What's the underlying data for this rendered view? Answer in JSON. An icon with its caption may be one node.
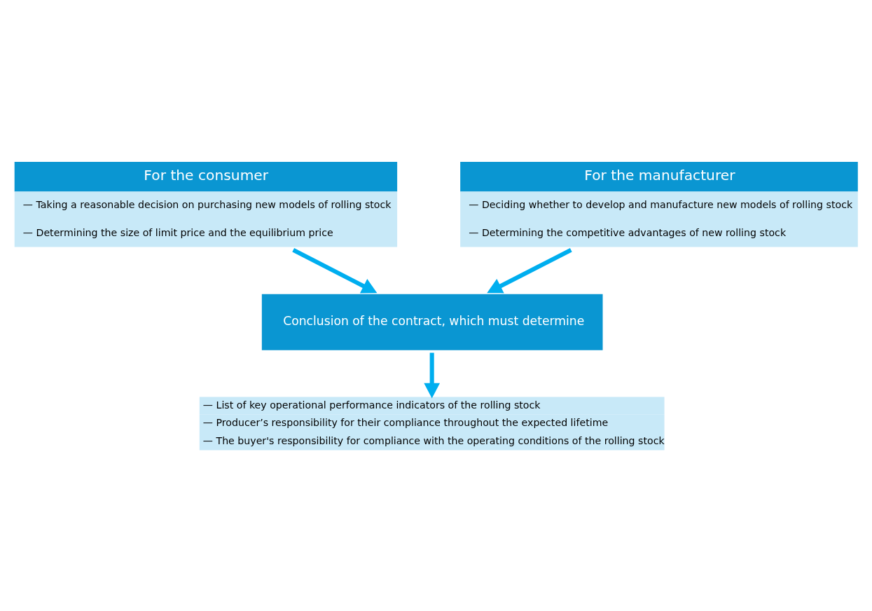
{
  "diagram": {
    "nodes": [
      {
        "text": [
          "For the consumer",
          "— Taking a reasonable decision on purchasing new models of rolling stock",
          "— Determining the size of limit price and the equilibrium price"
        ]
      },
      {
        "text": [
          "For the manufacturer",
          "— Deciding whether to develop and manufacture new models of rolling stock",
          "— Determining the competitive advantages of new rolling stock"
        ]
      },
      {
        "text": [
          "Conclusion of the contract, which must determine"
        ]
      },
      {
        "text": [
          "— List of key operational performance indicators of the rolling stock",
          "— Producer’s responsibility for their compliance throughout the expected lifetime",
          "— The buyer's responsibility for compliance with the operating conditions of the rolling stock"
        ]
      }
    ],
    "edges": [
      {
        "from": 0,
        "to": 2,
        "arrow": "to"
      },
      {
        "from": 1,
        "to": 2,
        "arrow": "to"
      },
      {
        "from": 2,
        "to": 3,
        "arrow": "to"
      }
    ]
  }
}
